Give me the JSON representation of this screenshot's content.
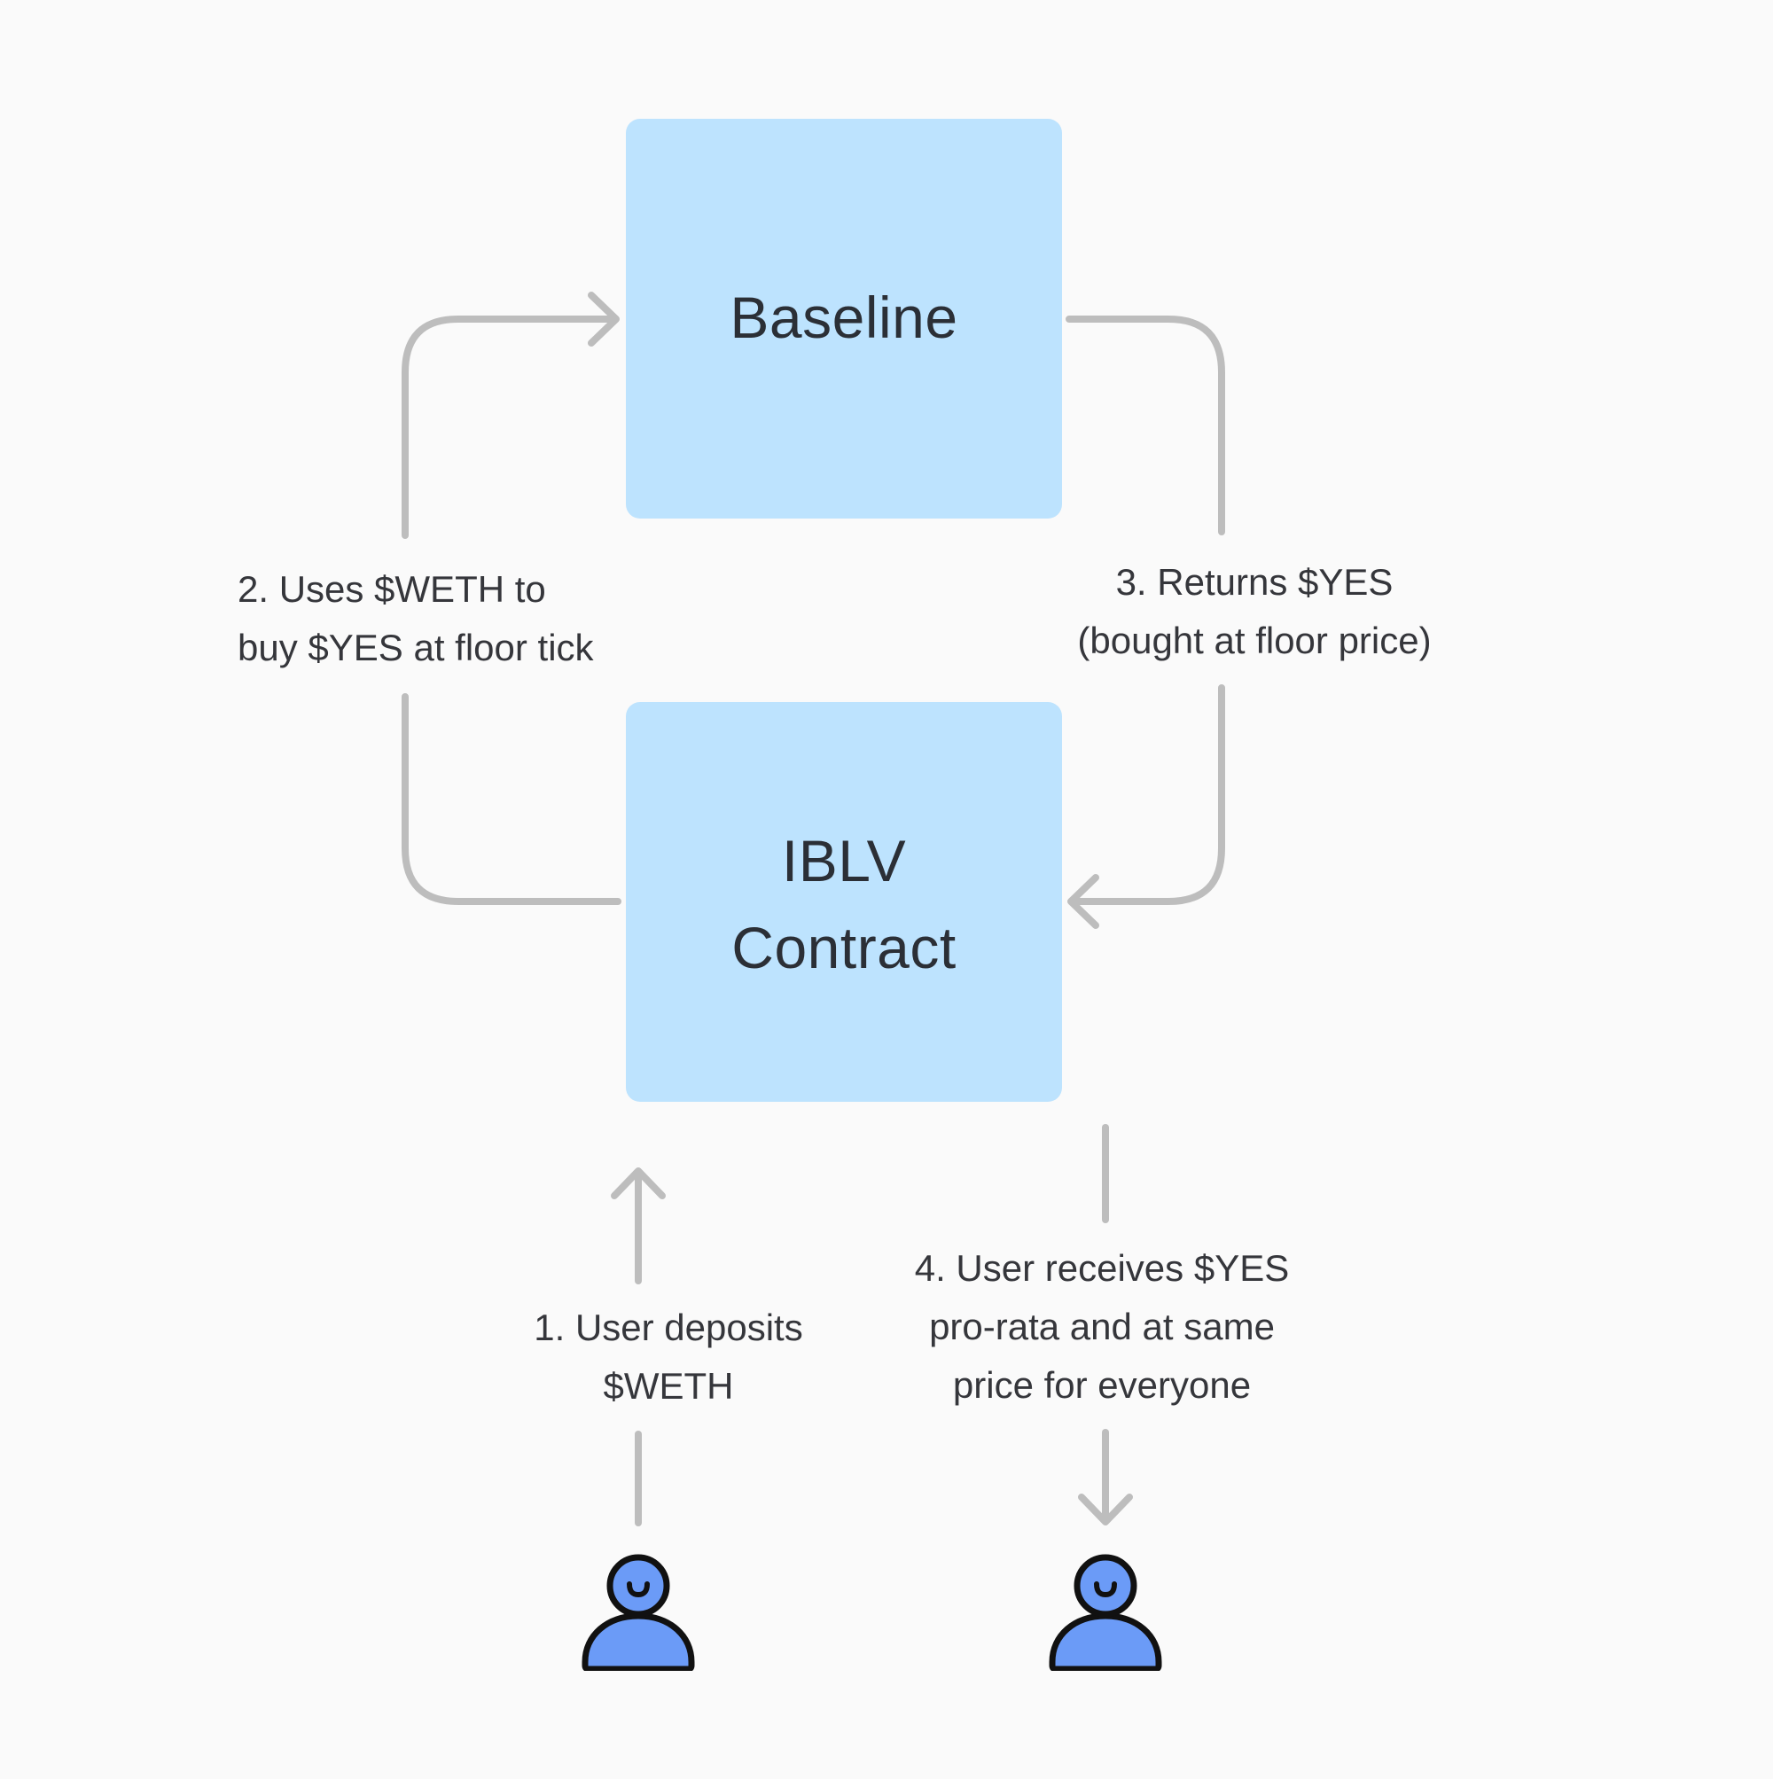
{
  "diagram": {
    "boxes": {
      "baseline": {
        "title": "Baseline"
      },
      "iblv": {
        "title_line1": "IBLV",
        "title_line2": "Contract"
      }
    },
    "steps": {
      "step1": {
        "line1": "1. User deposits",
        "line2": "$WETH"
      },
      "step2": {
        "line1": "2. Uses $WETH to",
        "line2": "buy $YES at floor tick"
      },
      "step3": {
        "line1": "3. Returns $YES",
        "line2": "(bought at floor price)"
      },
      "step4": {
        "line1": "4. User receives $YES",
        "line2": "pro-rata and at same",
        "line3": "price for everyone"
      }
    },
    "colors": {
      "background": "#fafafa",
      "box_fill": "#bde3fe",
      "arrow": "#bdbdbd",
      "user_fill": "#6b9bf7",
      "user_stroke": "#111111",
      "text": "#35363b"
    },
    "icons": [
      "user-icon",
      "user-icon"
    ]
  }
}
